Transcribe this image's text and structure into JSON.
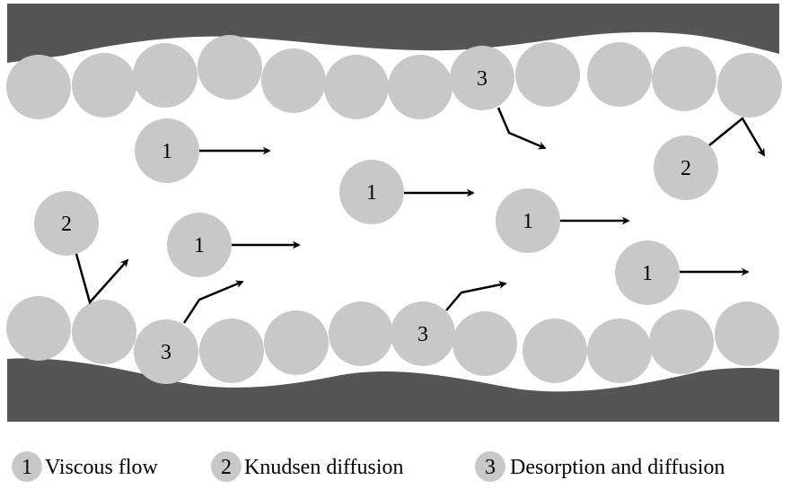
{
  "colors": {
    "wall": "#555555",
    "particle": "#c8c8c8",
    "ink": "#000000",
    "background": "#ffffff"
  },
  "marker_labels": {
    "viscous": "1",
    "knudsen": "2",
    "desorption": "3"
  },
  "legend": [
    {
      "number": "1",
      "label": "Viscous flow"
    },
    {
      "number": "2",
      "label": "Knudsen diffusion"
    },
    {
      "number": "3",
      "label": "Desorption and diffusion"
    }
  ]
}
